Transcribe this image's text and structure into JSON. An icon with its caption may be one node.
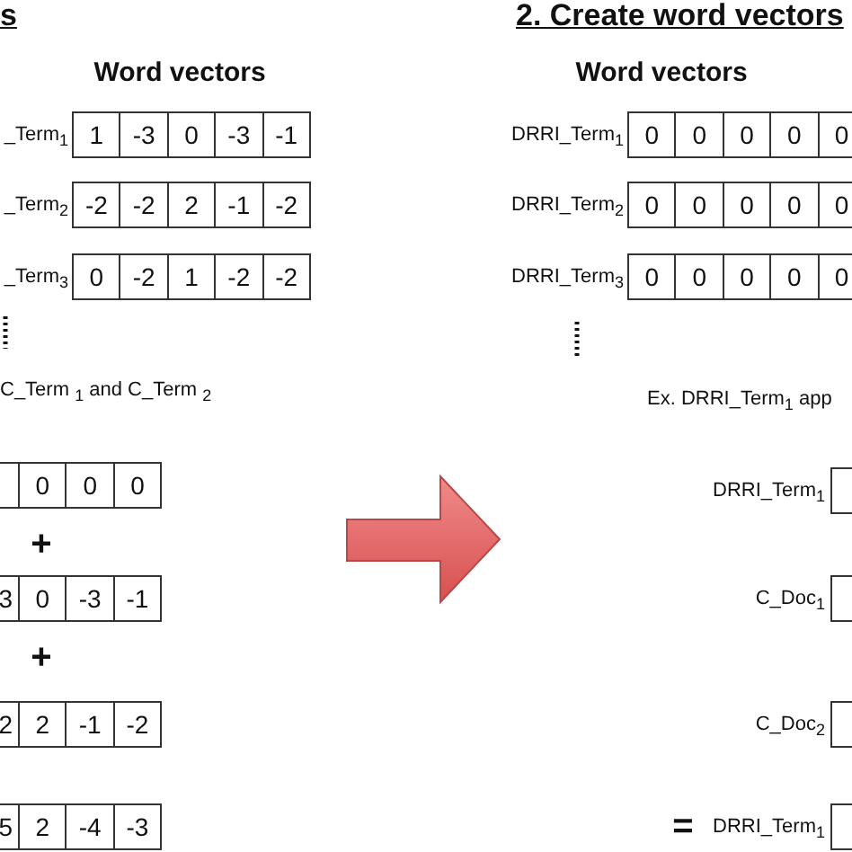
{
  "diagram": {
    "labels": [
      "s",
      "Word vectors",
      "_Term$_{1}$",
      "1",
      "-3",
      "0",
      "-3",
      "-1",
      "_Term$_{2}$",
      "-2",
      "-2",
      "2",
      "-1",
      "-2",
      "_Term$_{3}$",
      "0",
      "-2",
      "1",
      "-2",
      "-2",
      "C_Term $_{1}$ and C_Term $_{2}$",
      "0",
      "0",
      "0",
      "+",
      "3",
      "0",
      "-3",
      "-1",
      "+",
      "2",
      "2",
      "-1",
      "-2",
      "5",
      "2",
      "-4",
      "-3",
      "2. Create word vectors",
      "Word vectors",
      "DRRI_Term$_{1}$",
      "0",
      "0",
      "0",
      "0",
      "0",
      "DRRI_Term$_{2}$",
      "0",
      "0",
      "0",
      "0",
      "0",
      "DRRI_Term$_{3}$",
      "0",
      "0",
      "0",
      "0",
      "0",
      "Ex.  DRRI_Term$_{1}$ app",
      "DRRI_Term$_{1}$",
      "C_Doc$_{1}$",
      "C_Doc$_{2}$",
      "=",
      "DRRI_Term$_{1}$"
    ]
  }
}
